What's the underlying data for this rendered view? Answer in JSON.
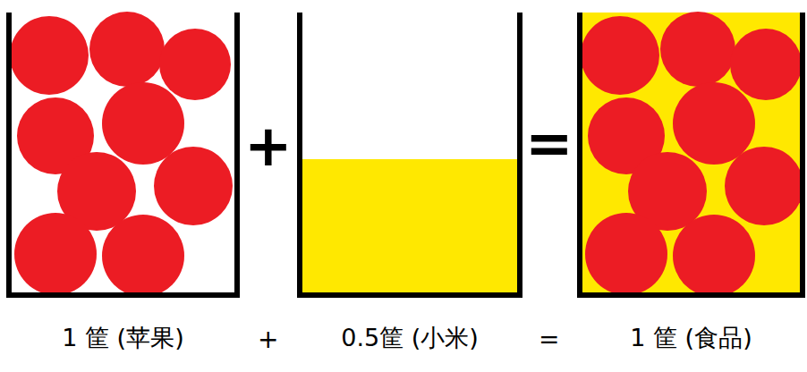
{
  "diagram": {
    "nodes": [
      {
        "text": [
          "1 筐 (苹果)"
        ]
      },
      {
        "text": [
          "0.5筐 (小米)"
        ]
      },
      {
        "text": [
          "1 筐 (食品)"
        ]
      }
    ],
    "labels": [
      "+",
      "=",
      "+",
      "="
    ]
  }
}
